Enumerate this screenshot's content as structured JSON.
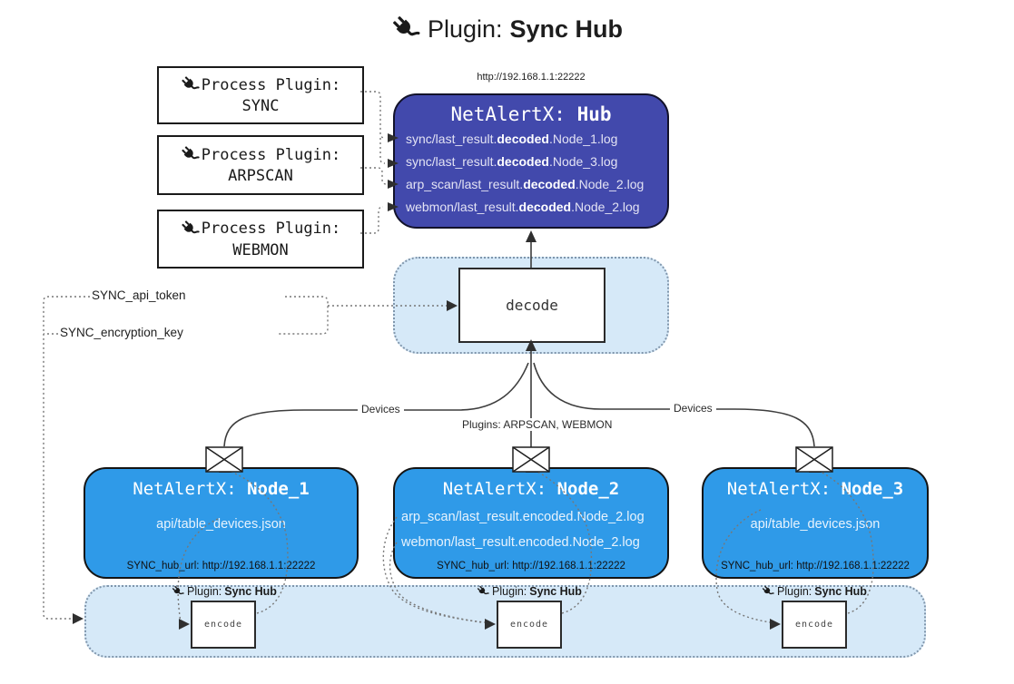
{
  "title": {
    "prefix": "Plugin:",
    "name": "Sync Hub"
  },
  "process_plugins": [
    {
      "label": "Process Plugin:",
      "name": "SYNC"
    },
    {
      "label": "Process Plugin:",
      "name": "ARPSCAN"
    },
    {
      "label": "Process Plugin:",
      "name": "WEBMON"
    }
  ],
  "hub": {
    "url": "http://192.168.1.1:22222",
    "title_prefix": "NetAlertX: ",
    "title_name": "Hub",
    "files": [
      {
        "pre": "sync/last_result.",
        "bold": "decoded",
        "post": ".Node_1.log"
      },
      {
        "pre": "sync/last_result.",
        "bold": "decoded",
        "post": ".Node_3.log"
      },
      {
        "pre": "arp_scan/last_result.",
        "bold": "decoded",
        "post": ".Node_2.log"
      },
      {
        "pre": "webmon/last_result.",
        "bold": "decoded",
        "post": ".Node_2.log"
      }
    ]
  },
  "decode": {
    "label": "decode"
  },
  "secrets": {
    "api_token": "SYNC_api_token",
    "encryption_key": "SYNC_encryption_key"
  },
  "edges": {
    "devices_left": "Devices",
    "plugins_mid": "Plugins: ARPSCAN, WEBMON",
    "devices_right": "Devices"
  },
  "nodes": [
    {
      "title_prefix": "NetAlertX: ",
      "title_name": "Node_1",
      "files": [
        "api/table_devices.json"
      ],
      "hub_url": "SYNC_hub_url: http://192.168.1.1:22222"
    },
    {
      "title_prefix": "NetAlertX: ",
      "title_name": "Node_2",
      "files": [
        "arp_scan/last_result.encoded.Node_2.log",
        "webmon/last_result.encoded.Node_2.log"
      ],
      "hub_url": "SYNC_hub_url: http://192.168.1.1:22222"
    },
    {
      "title_prefix": "NetAlertX: ",
      "title_name": "Node_3",
      "files": [
        "api/table_devices.json"
      ],
      "hub_url": "SYNC_hub_url: http://192.168.1.1:22222"
    }
  ],
  "encode_section": {
    "label_prefix": "Plugin: ",
    "label_name": "Sync Hub",
    "box_label": "encode"
  },
  "colors": {
    "hub_fill": "#4249ac",
    "node_fill": "#2f9ae8",
    "panel_fill": "#d6e9f8",
    "panel_border": "#8096ac"
  }
}
